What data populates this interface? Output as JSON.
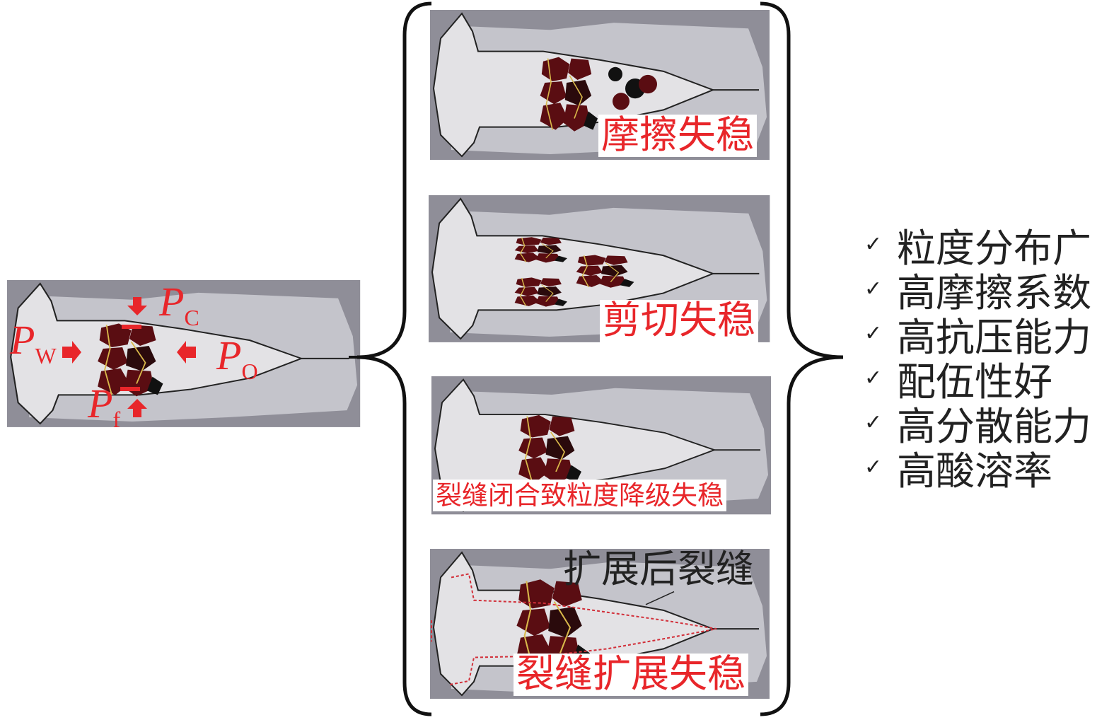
{
  "left_panel": {
    "labels": {
      "pw_main": "P",
      "pw_sub": "W",
      "pc_main": "P",
      "pc_sub": "C",
      "po_main": "P",
      "po_sub": "O",
      "pf_main": "P",
      "pf_sub": "f"
    }
  },
  "panels": [
    {
      "caption": "摩擦失稳"
    },
    {
      "caption": "剪切失稳"
    },
    {
      "caption": "裂缝闭合致粒度降级失稳"
    },
    {
      "caption": "裂缝扩展失稳",
      "annotation": "扩展后裂缝"
    }
  ],
  "checklist": {
    "check_icon": "✓",
    "items": [
      "粒度分布广",
      "高摩擦系数",
      "高抗压能力",
      "配伍性好",
      "高分散能力",
      "高酸溶率"
    ]
  },
  "colors": {
    "accent_red": "#e8262a",
    "particle": "#5a0d12",
    "outer": "#8f8e98",
    "band": "#c4c4cb",
    "fracture": "#e3e2e5"
  }
}
